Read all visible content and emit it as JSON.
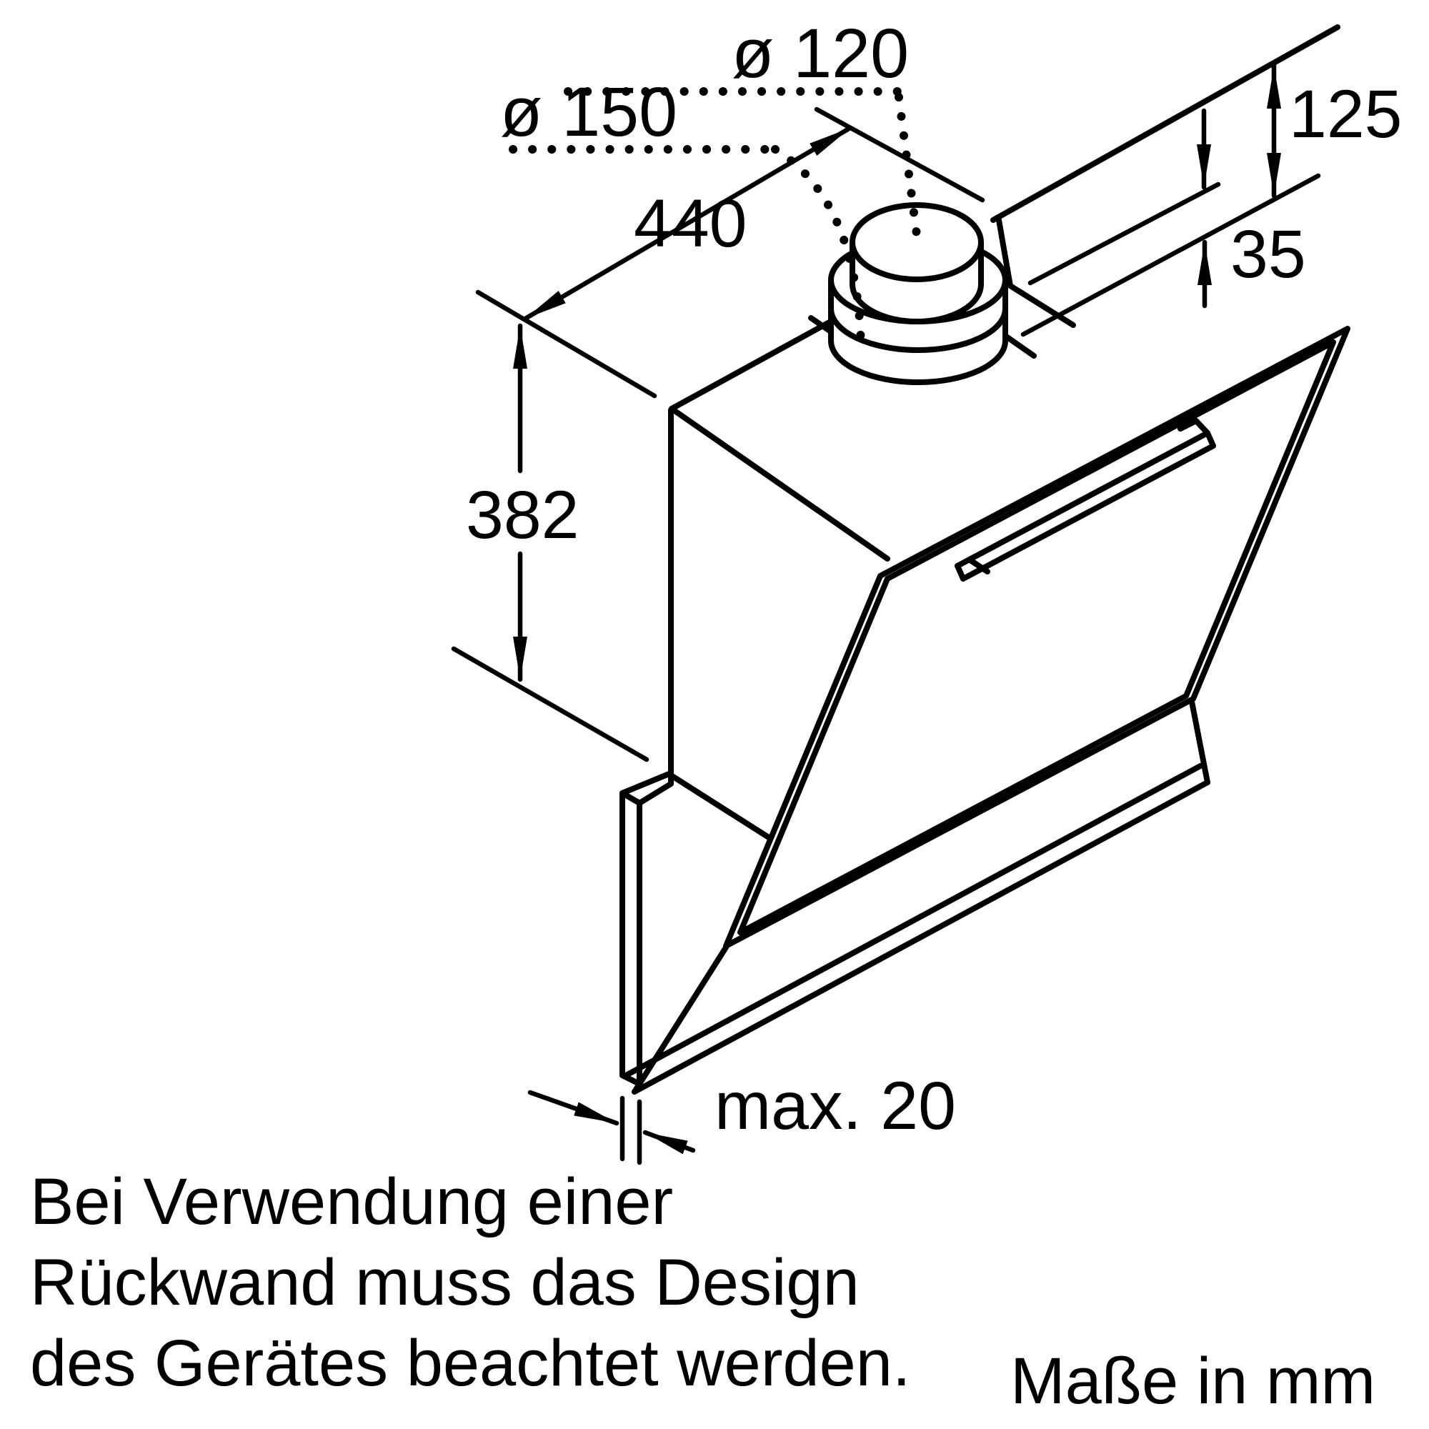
{
  "drawing": {
    "type": "appliance installation dimension diagram (wall-mounted angled cooker hood)",
    "labels": {
      "duct_diameter_small": "ø 120",
      "duct_diameter_large": "ø 150",
      "top_width": "440",
      "glass_top_offset": "125",
      "duct_collar_height": "35",
      "body_height": "382",
      "back_panel_max_thickness": "max. 20"
    },
    "dimension_values_mm": [
      120,
      150,
      440,
      125,
      35,
      382,
      20
    ],
    "note_lines": [
      "Bei Verwendung einer",
      "Rückwand muss das Design",
      "des Gerätes beachtet werden."
    ],
    "units_note": "Maße in mm",
    "colors": {
      "line": "#000000",
      "background": "#ffffff"
    }
  }
}
